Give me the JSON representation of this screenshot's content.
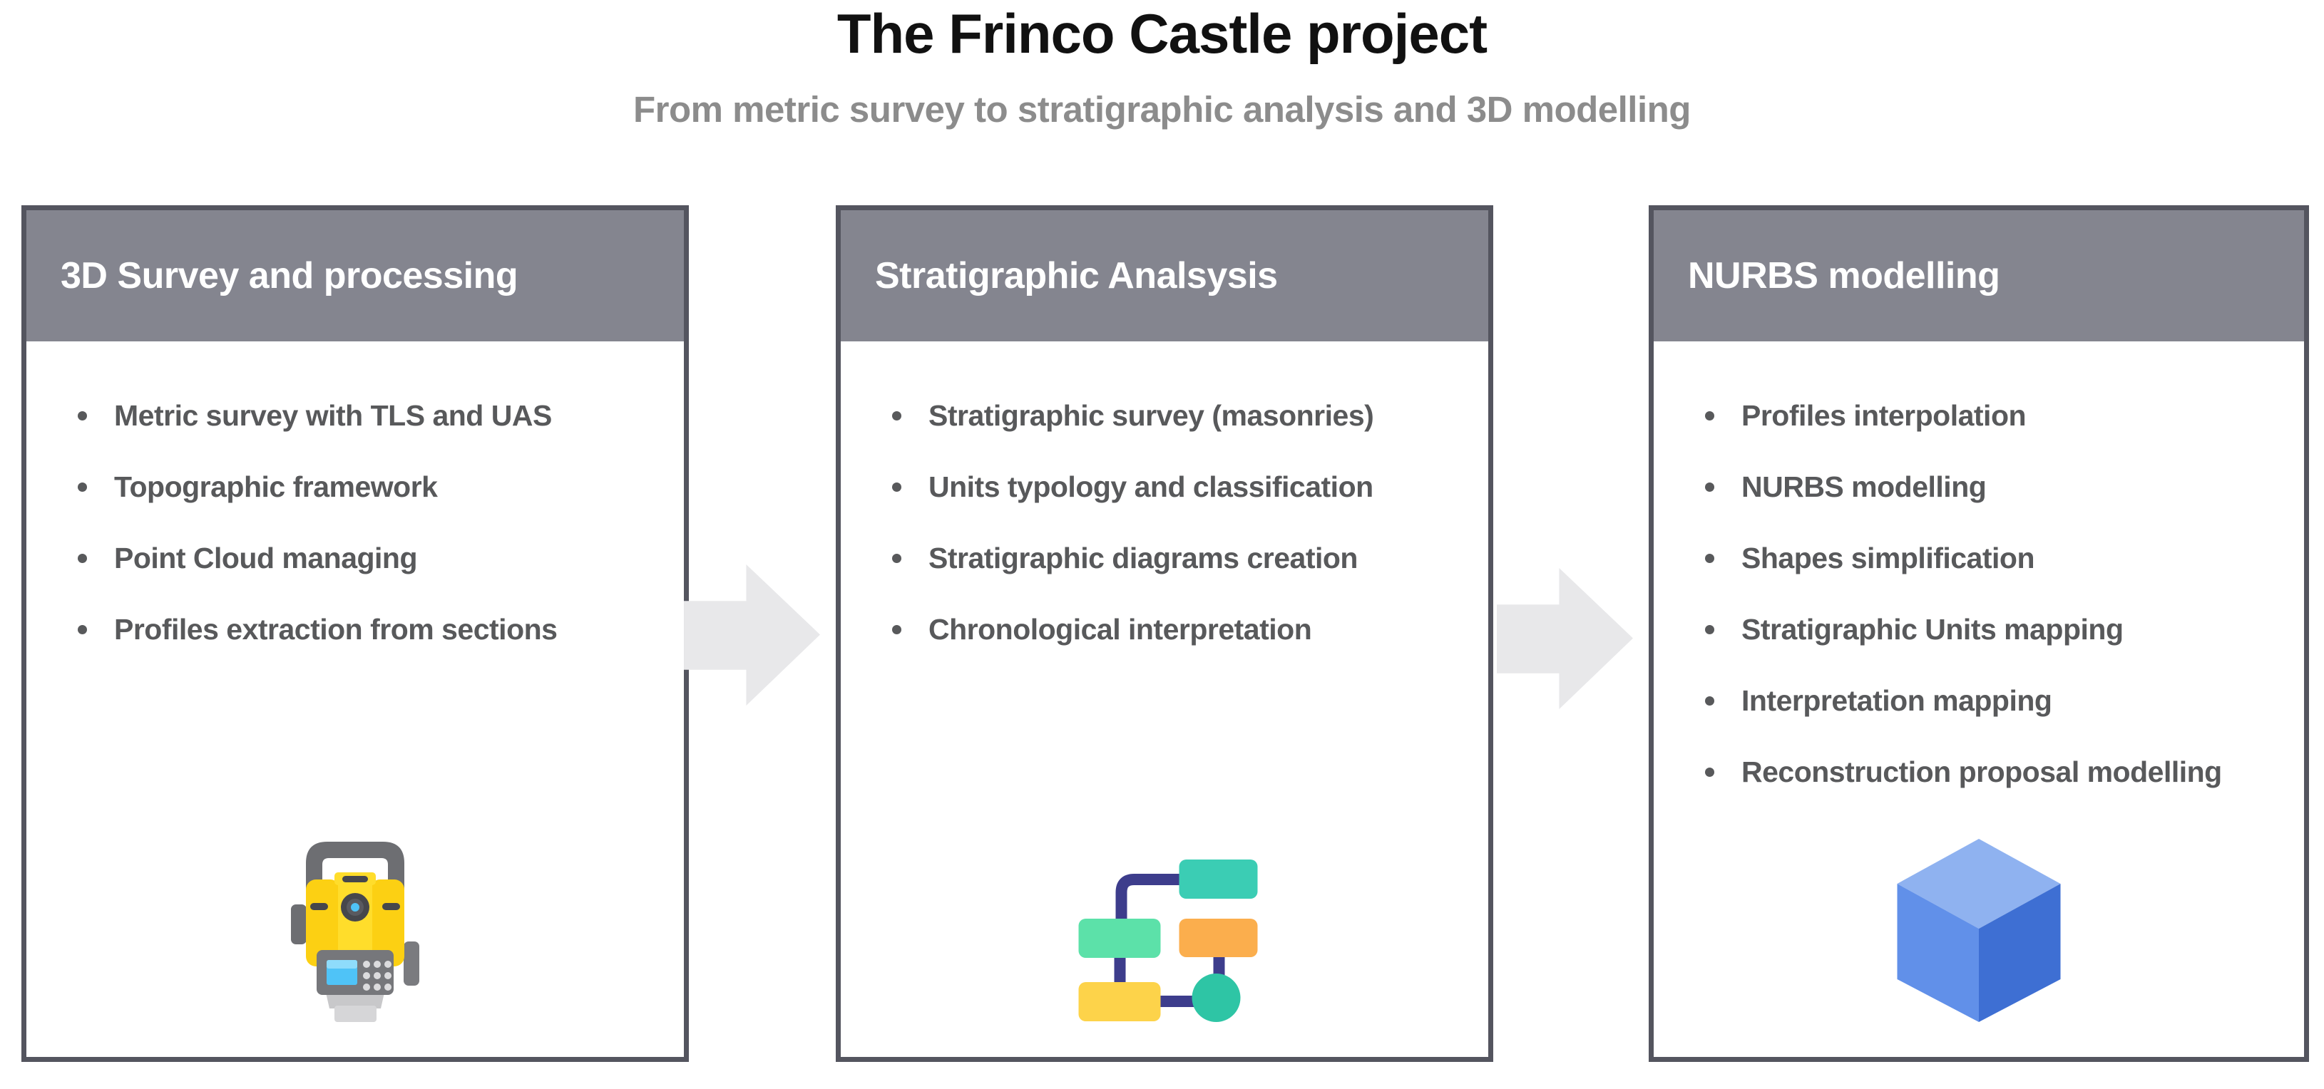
{
  "page": {
    "title": "The Frinco Castle project",
    "subtitle": "From metric survey to stratigraphic analysis and 3D modelling"
  },
  "cards": [
    {
      "title": "3D Survey and processing",
      "icon": "total-station-icon",
      "items": [
        "Metric survey with TLS and UAS",
        "Topographic framework",
        "Point Cloud managing",
        "Profiles extraction from sections"
      ]
    },
    {
      "title": "Stratigraphic Analsysis",
      "icon": "flowchart-icon",
      "items": [
        "Stratigraphic survey (masonries)",
        "Units typology and classification",
        "Stratigraphic diagrams creation",
        "Chronological interpretation"
      ]
    },
    {
      "title": "NURBS modelling",
      "icon": "cube-icon",
      "items": [
        "Profiles interpolation",
        "NURBS modelling",
        "Shapes simplification",
        "Stratigraphic Units mapping",
        "Interpretation mapping",
        "Reconstruction proposal modelling"
      ]
    }
  ],
  "colors": {
    "title_text": "#111111",
    "subtitle_text": "#8C8C8C",
    "card_border": "#54555F",
    "header_bg": "#84858F",
    "header_text": "#FFFFFF",
    "bullet_text": "#58595B",
    "arrow_fill": "#E8E8EA",
    "flow_teal": "#3BCDB4",
    "flow_mint": "#5CE1A9",
    "flow_orange": "#FBAE4D",
    "flow_yellow": "#FDD34A",
    "flow_circle": "#2EC5A5",
    "flow_connector": "#3D3D8C",
    "cube_top": "#8FB2F0",
    "cube_left": "#6190E9",
    "cube_right": "#3E6FD3"
  }
}
